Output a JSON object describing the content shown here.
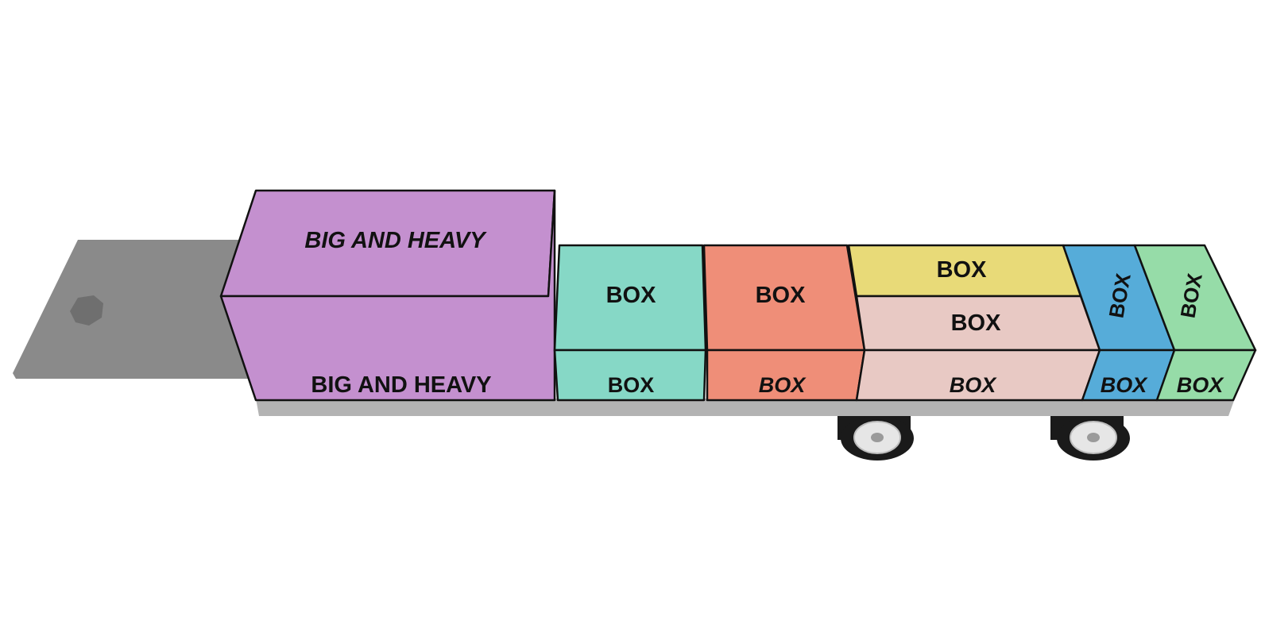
{
  "colors": {
    "big": "#c490cf",
    "teal": "#86d8c6",
    "salmon": "#ef8e78",
    "yellow": "#e8da78",
    "pink": "#e8c9c4",
    "blue": "#56acd9",
    "green": "#96dca8",
    "trailer_deck": "#b3b3b3",
    "gooseneck": "#8a8a8a",
    "wheel": "#1a1a1a",
    "hub": "#e6e6e6"
  },
  "boxes": {
    "big_top": {
      "label": "BIG AND HEAVY",
      "color": "big"
    },
    "big_front": {
      "label": "BIG AND HEAVY",
      "color": "big"
    },
    "teal_top": {
      "label": "BOX",
      "color": "teal"
    },
    "teal_front": {
      "label": "BOX",
      "color": "teal"
    },
    "salmon_top": {
      "label": "BOX",
      "color": "salmon"
    },
    "salmon_front": {
      "label": "BOX",
      "color": "salmon"
    },
    "yellow_top": {
      "label": "BOX",
      "color": "yellow"
    },
    "pink_mid": {
      "label": "BOX",
      "color": "pink"
    },
    "pink_front": {
      "label": "BOX",
      "color": "pink"
    },
    "blue_top": {
      "label": "BOX",
      "color": "blue"
    },
    "blue_front": {
      "label": "BOX",
      "color": "blue"
    },
    "green_top": {
      "label": "BOX",
      "color": "green"
    },
    "green_front": {
      "label": "BOX",
      "color": "green"
    }
  }
}
